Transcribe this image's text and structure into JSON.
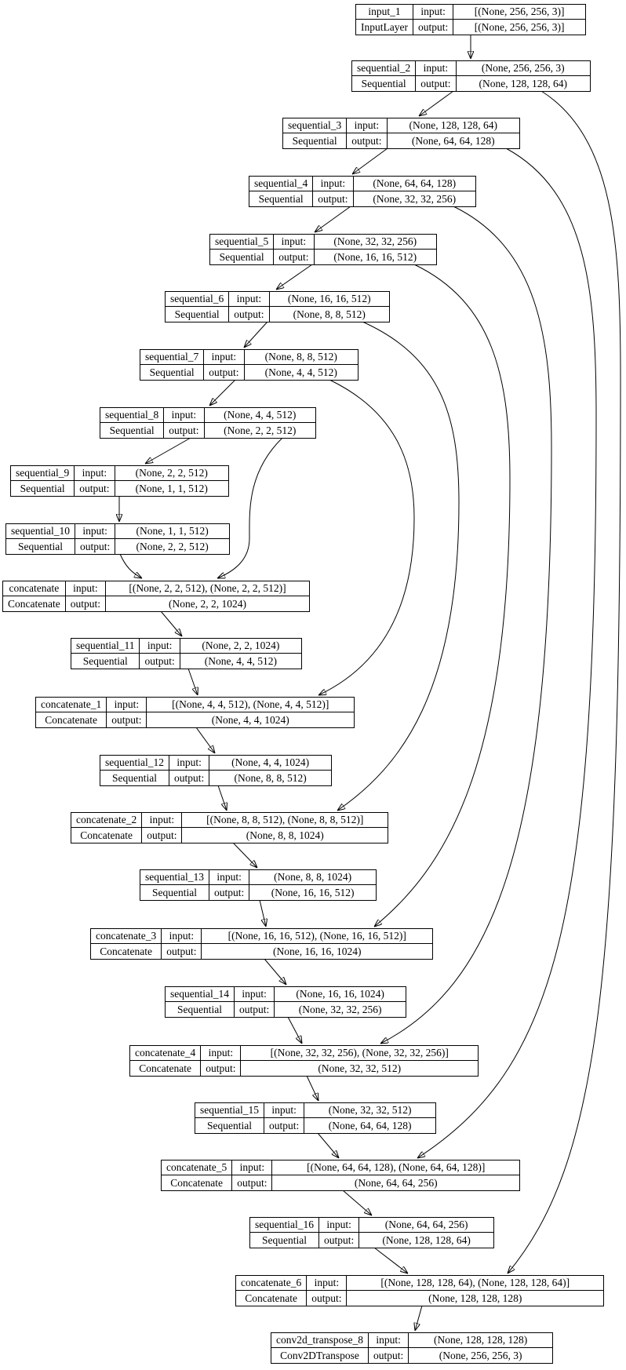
{
  "diagram": {
    "kind": "keras-model-architecture-graph",
    "node_fill": "#ffffff",
    "edge_color": "#000000",
    "nodes": [
      {
        "id": "input_1",
        "name": "input_1",
        "class_name": "InputLayer",
        "input_label": "input:",
        "output_label": "output:",
        "input_shape": "[(None, 256, 256, 3)]",
        "output_shape": "[(None, 256, 256, 3)]"
      },
      {
        "id": "sequential_2",
        "name": "sequential_2",
        "class_name": "Sequential",
        "input_label": "input:",
        "output_label": "output:",
        "input_shape": "(None, 256, 256, 3)",
        "output_shape": "(None, 128, 128, 64)"
      },
      {
        "id": "sequential_3",
        "name": "sequential_3",
        "class_name": "Sequential",
        "input_label": "input:",
        "output_label": "output:",
        "input_shape": "(None, 128, 128, 64)",
        "output_shape": "(None, 64, 64, 128)"
      },
      {
        "id": "sequential_4",
        "name": "sequential_4",
        "class_name": "Sequential",
        "input_label": "input:",
        "output_label": "output:",
        "input_shape": "(None, 64, 64, 128)",
        "output_shape": "(None, 32, 32, 256)"
      },
      {
        "id": "sequential_5",
        "name": "sequential_5",
        "class_name": "Sequential",
        "input_label": "input:",
        "output_label": "output:",
        "input_shape": "(None, 32, 32, 256)",
        "output_shape": "(None, 16, 16, 512)"
      },
      {
        "id": "sequential_6",
        "name": "sequential_6",
        "class_name": "Sequential",
        "input_label": "input:",
        "output_label": "output:",
        "input_shape": "(None, 16, 16, 512)",
        "output_shape": "(None, 8, 8, 512)"
      },
      {
        "id": "sequential_7",
        "name": "sequential_7",
        "class_name": "Sequential",
        "input_label": "input:",
        "output_label": "output:",
        "input_shape": "(None, 8, 8, 512)",
        "output_shape": "(None, 4, 4, 512)"
      },
      {
        "id": "sequential_8",
        "name": "sequential_8",
        "class_name": "Sequential",
        "input_label": "input:",
        "output_label": "output:",
        "input_shape": "(None, 4, 4, 512)",
        "output_shape": "(None, 2, 2, 512)"
      },
      {
        "id": "sequential_9",
        "name": "sequential_9",
        "class_name": "Sequential",
        "input_label": "input:",
        "output_label": "output:",
        "input_shape": "(None, 2, 2, 512)",
        "output_shape": "(None, 1, 1, 512)"
      },
      {
        "id": "sequential_10",
        "name": "sequential_10",
        "class_name": "Sequential",
        "input_label": "input:",
        "output_label": "output:",
        "input_shape": "(None, 1, 1, 512)",
        "output_shape": "(None, 2, 2, 512)"
      },
      {
        "id": "concatenate",
        "name": "concatenate",
        "class_name": "Concatenate",
        "input_label": "input:",
        "output_label": "output:",
        "input_shape": "[(None, 2, 2, 512), (None, 2, 2, 512)]",
        "output_shape": "(None, 2, 2, 1024)"
      },
      {
        "id": "sequential_11",
        "name": "sequential_11",
        "class_name": "Sequential",
        "input_label": "input:",
        "output_label": "output:",
        "input_shape": "(None, 2, 2, 1024)",
        "output_shape": "(None, 4, 4, 512)"
      },
      {
        "id": "concatenate_1",
        "name": "concatenate_1",
        "class_name": "Concatenate",
        "input_label": "input:",
        "output_label": "output:",
        "input_shape": "[(None, 4, 4, 512), (None, 4, 4, 512)]",
        "output_shape": "(None, 4, 4, 1024)"
      },
      {
        "id": "sequential_12",
        "name": "sequential_12",
        "class_name": "Sequential",
        "input_label": "input:",
        "output_label": "output:",
        "input_shape": "(None, 4, 4, 1024)",
        "output_shape": "(None, 8, 8, 512)"
      },
      {
        "id": "concatenate_2",
        "name": "concatenate_2",
        "class_name": "Concatenate",
        "input_label": "input:",
        "output_label": "output:",
        "input_shape": "[(None, 8, 8, 512), (None, 8, 8, 512)]",
        "output_shape": "(None, 8, 8, 1024)"
      },
      {
        "id": "sequential_13",
        "name": "sequential_13",
        "class_name": "Sequential",
        "input_label": "input:",
        "output_label": "output:",
        "input_shape": "(None, 8, 8, 1024)",
        "output_shape": "(None, 16, 16, 512)"
      },
      {
        "id": "concatenate_3",
        "name": "concatenate_3",
        "class_name": "Concatenate",
        "input_label": "input:",
        "output_label": "output:",
        "input_shape": "[(None, 16, 16, 512), (None, 16, 16, 512)]",
        "output_shape": "(None, 16, 16, 1024)"
      },
      {
        "id": "sequential_14",
        "name": "sequential_14",
        "class_name": "Sequential",
        "input_label": "input:",
        "output_label": "output:",
        "input_shape": "(None, 16, 16, 1024)",
        "output_shape": "(None, 32, 32, 256)"
      },
      {
        "id": "concatenate_4",
        "name": "concatenate_4",
        "class_name": "Concatenate",
        "input_label": "input:",
        "output_label": "output:",
        "input_shape": "[(None, 32, 32, 256), (None, 32, 32, 256)]",
        "output_shape": "(None, 32, 32, 512)"
      },
      {
        "id": "sequential_15",
        "name": "sequential_15",
        "class_name": "Sequential",
        "input_label": "input:",
        "output_label": "output:",
        "input_shape": "(None, 32, 32, 512)",
        "output_shape": "(None, 64, 64, 128)"
      },
      {
        "id": "concatenate_5",
        "name": "concatenate_5",
        "class_name": "Concatenate",
        "input_label": "input:",
        "output_label": "output:",
        "input_shape": "[(None, 64, 64, 128), (None, 64, 64, 128)]",
        "output_shape": "(None, 64, 64, 256)"
      },
      {
        "id": "sequential_16",
        "name": "sequential_16",
        "class_name": "Sequential",
        "input_label": "input:",
        "output_label": "output:",
        "input_shape": "(None, 64, 64, 256)",
        "output_shape": "(None, 128, 128, 64)"
      },
      {
        "id": "concatenate_6",
        "name": "concatenate_6",
        "class_name": "Concatenate",
        "input_label": "input:",
        "output_label": "output:",
        "input_shape": "[(None, 128, 128, 64), (None, 128, 128, 64)]",
        "output_shape": "(None, 128, 128, 128)"
      },
      {
        "id": "conv2d_transpose_8",
        "name": "conv2d_transpose_8",
        "class_name": "Conv2DTranspose",
        "input_label": "input:",
        "output_label": "output:",
        "input_shape": "(None, 128, 128, 128)",
        "output_shape": "(None, 256, 256, 3)"
      }
    ],
    "edges": [
      {
        "from": "input_1",
        "to": "sequential_2",
        "kind": "chain"
      },
      {
        "from": "sequential_2",
        "to": "sequential_3",
        "kind": "chain"
      },
      {
        "from": "sequential_3",
        "to": "sequential_4",
        "kind": "chain"
      },
      {
        "from": "sequential_4",
        "to": "sequential_5",
        "kind": "chain"
      },
      {
        "from": "sequential_5",
        "to": "sequential_6",
        "kind": "chain"
      },
      {
        "from": "sequential_6",
        "to": "sequential_7",
        "kind": "chain"
      },
      {
        "from": "sequential_7",
        "to": "sequential_8",
        "kind": "chain"
      },
      {
        "from": "sequential_8",
        "to": "sequential_9",
        "kind": "chain"
      },
      {
        "from": "sequential_9",
        "to": "sequential_10",
        "kind": "chain"
      },
      {
        "from": "sequential_10",
        "to": "concatenate",
        "kind": "chain"
      },
      {
        "from": "sequential_8",
        "to": "concatenate",
        "kind": "skip"
      },
      {
        "from": "concatenate",
        "to": "sequential_11",
        "kind": "chain"
      },
      {
        "from": "sequential_11",
        "to": "concatenate_1",
        "kind": "chain"
      },
      {
        "from": "sequential_7",
        "to": "concatenate_1",
        "kind": "skip"
      },
      {
        "from": "concatenate_1",
        "to": "sequential_12",
        "kind": "chain"
      },
      {
        "from": "sequential_12",
        "to": "concatenate_2",
        "kind": "chain"
      },
      {
        "from": "sequential_6",
        "to": "concatenate_2",
        "kind": "skip"
      },
      {
        "from": "concatenate_2",
        "to": "sequential_13",
        "kind": "chain"
      },
      {
        "from": "sequential_13",
        "to": "concatenate_3",
        "kind": "chain"
      },
      {
        "from": "sequential_5",
        "to": "concatenate_3",
        "kind": "skip"
      },
      {
        "from": "concatenate_3",
        "to": "sequential_14",
        "kind": "chain"
      },
      {
        "from": "sequential_14",
        "to": "concatenate_4",
        "kind": "chain"
      },
      {
        "from": "sequential_4",
        "to": "concatenate_4",
        "kind": "skip"
      },
      {
        "from": "concatenate_4",
        "to": "sequential_15",
        "kind": "chain"
      },
      {
        "from": "sequential_15",
        "to": "concatenate_5",
        "kind": "chain"
      },
      {
        "from": "sequential_3",
        "to": "concatenate_5",
        "kind": "skip"
      },
      {
        "from": "concatenate_5",
        "to": "sequential_16",
        "kind": "chain"
      },
      {
        "from": "sequential_16",
        "to": "concatenate_6",
        "kind": "chain"
      },
      {
        "from": "sequential_2",
        "to": "concatenate_6",
        "kind": "skip"
      },
      {
        "from": "concatenate_6",
        "to": "conv2d_transpose_8",
        "kind": "chain"
      }
    ]
  }
}
